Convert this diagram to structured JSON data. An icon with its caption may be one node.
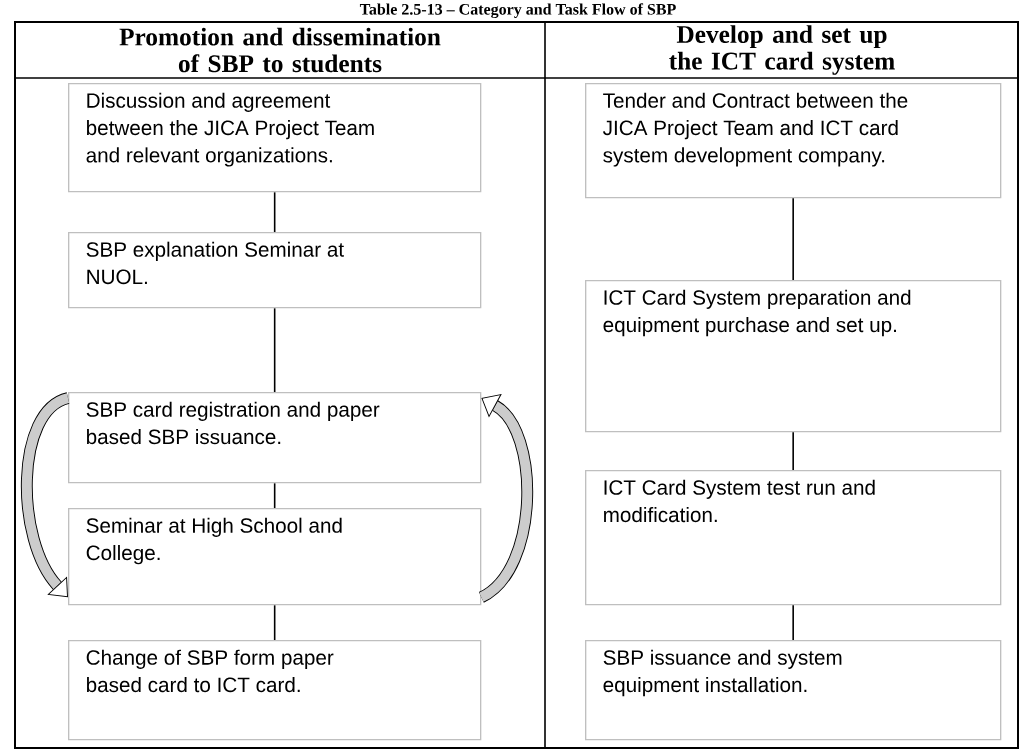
{
  "diagram": {
    "title": "Table 2.5-13 – Category and Task Flow of SBP",
    "nodes": [
      {
        "text": [
          "Discussion and agreement between the JICA Project Team and relevant organizations."
        ]
      },
      {
        "text": [
          "SBP explanation Seminar at NUOL."
        ]
      },
      {
        "text": [
          "SBP card registration and paper based SBP issuance."
        ]
      },
      {
        "text": [
          "Seminar at High School and College."
        ]
      },
      {
        "text": [
          "Change of SBP form paper based card to ICT card."
        ]
      },
      {
        "text": [
          "Tender and Contract between the JICA Project Team and ICT card system development company."
        ]
      },
      {
        "text": [
          "ICT Card System preparation and equipment purchase and set up."
        ]
      },
      {
        "text": [
          "ICT Card System test run and modification."
        ]
      },
      {
        "text": [
          "SBP issuance and system equipment installation."
        ]
      }
    ],
    "edges": [
      {
        "from": 0,
        "to": 1,
        "arrow": "none"
      },
      {
        "from": 1,
        "to": 2,
        "arrow": "none"
      },
      {
        "from": 2,
        "to": 3,
        "arrow": "none"
      },
      {
        "from": 3,
        "to": 4,
        "arrow": "none"
      },
      {
        "from": 2,
        "to": 3,
        "arrow": "to",
        "style": "thick"
      },
      {
        "from": 3,
        "to": 2,
        "arrow": "to",
        "style": "thick"
      },
      {
        "from": 5,
        "to": 6,
        "arrow": "none"
      },
      {
        "from": 6,
        "to": 7,
        "arrow": "none"
      },
      {
        "from": 7,
        "to": 8,
        "arrow": "none"
      }
    ],
    "labels": [
      "Promotion and dissemination of SBP to students",
      "Develop and set up the ICT card system"
    ]
  }
}
